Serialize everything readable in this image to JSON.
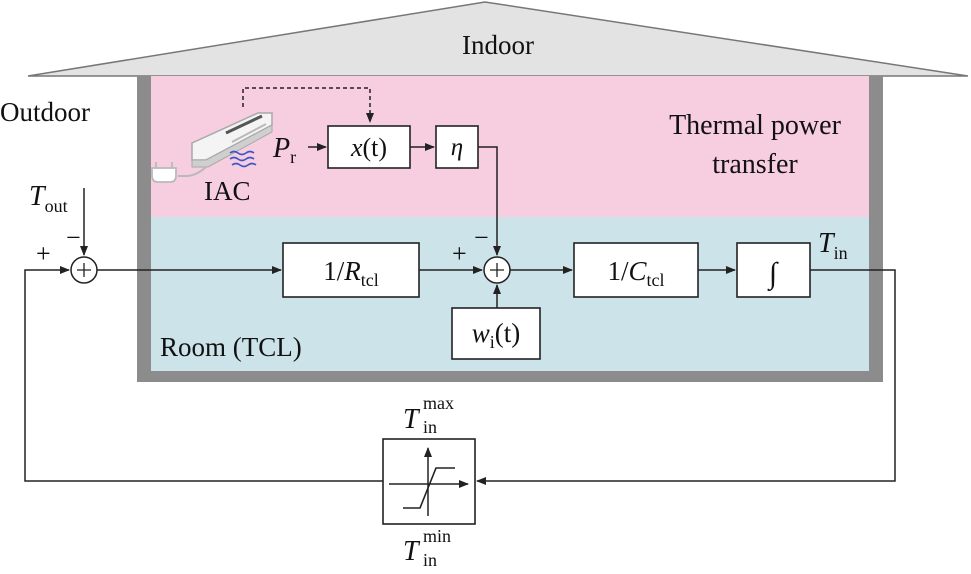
{
  "labels": {
    "indoor": "Indoor",
    "outdoor": "Outdoor",
    "thermal_line1": "Thermal power",
    "thermal_line2": "transfer",
    "room": "Room (TCL)",
    "iac": "IAC"
  },
  "symbols": {
    "t_out": {
      "base": "T",
      "sub": "out"
    },
    "t_in": {
      "base": "T",
      "sub": "in"
    },
    "p_r": {
      "base": "P",
      "sub": "r"
    },
    "t_in_max": {
      "base": "T",
      "sub": "in",
      "sup": "max"
    },
    "t_in_min": {
      "base": "T",
      "sub": "in",
      "sup": "min"
    }
  },
  "blocks": {
    "x_t": {
      "pre": "x",
      "post": "(t)"
    },
    "eta": "η",
    "inv_r": {
      "pre": "1/",
      "var": "R",
      "sub": "tcl"
    },
    "inv_c": {
      "pre": "1/",
      "var": "C",
      "sub": "tcl"
    },
    "integrator": "∫",
    "w_i": {
      "var": "w",
      "sub": "i",
      "post": "(t)"
    }
  },
  "signs": {
    "sum1_top": "−",
    "sum1_left": "+",
    "sum2_top": "−",
    "sum2_left": "+"
  },
  "colors": {
    "roof": "#e3e3e3",
    "wall": "#8c8c8c",
    "thermal_zone": "#f7cde0",
    "room_zone": "#cde3ea",
    "line": "#222222"
  }
}
